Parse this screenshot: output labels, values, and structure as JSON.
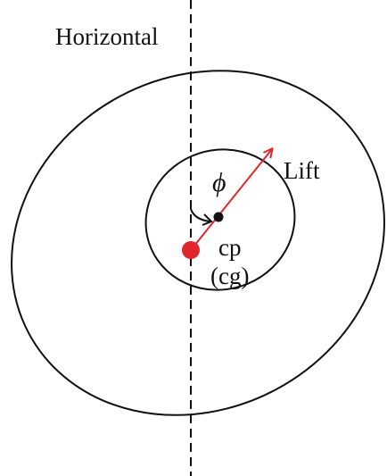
{
  "labels": {
    "horizontal": "Horizontal",
    "lift": "Lift",
    "phi": "ϕ",
    "cp": "cp",
    "cg": "(cg)"
  },
  "colors": {
    "stroke": "#111111",
    "lift_vector": "#e0262a",
    "cp_point": "#e0262a",
    "cg_point": "#111111",
    "background": "#ffffff"
  }
}
